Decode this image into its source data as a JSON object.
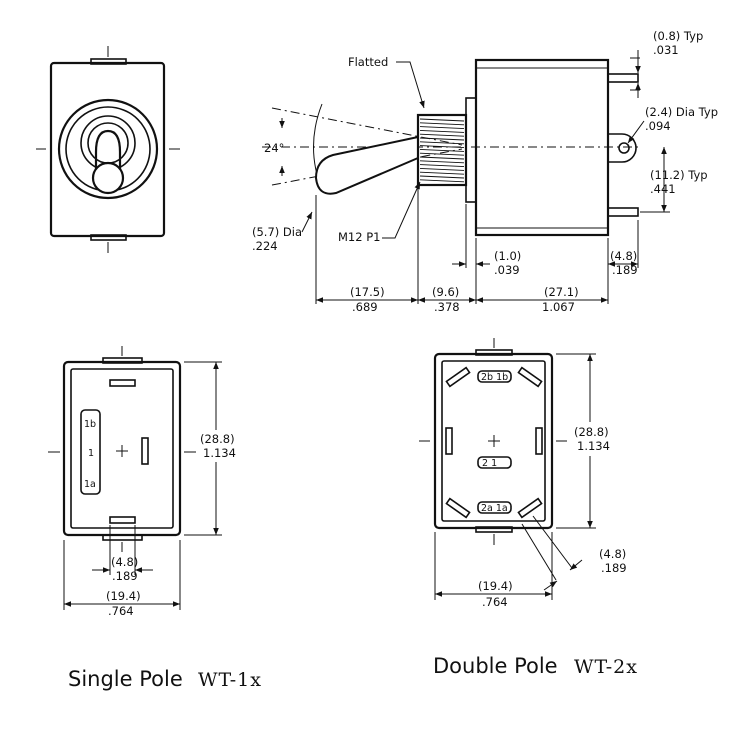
{
  "front_view": {},
  "side_view": {
    "flatted": "Flatted",
    "thread": "M12 P1",
    "angle": "24°",
    "tip_dia_mm": "(5.7) Dia",
    "tip_dia_in": ".224",
    "term_thk_mm": "(0.8) Typ",
    "term_thk_in": ".031",
    "hole_dia_mm": "(2.4) Dia Typ",
    "hole_dia_in": ".094",
    "term_space_mm": "(11.2) Typ",
    "term_space_in": ".441",
    "collar_mm": "(1.0)",
    "collar_in": ".039",
    "term_w_mm": "(4.8)",
    "term_w_in": ".189",
    "lever_len_mm": "(17.5)",
    "lever_len_in": ".689",
    "bush_len_mm": "(9.6)",
    "bush_len_in": ".378",
    "body_len_mm": "(27.1)",
    "body_len_in": "1.067"
  },
  "single_pole": {
    "pin_1b": "1b",
    "pin_1": "1",
    "pin_1a": "1a",
    "height_mm": "(28.8)",
    "height_in": "1.134",
    "term_mm": "(4.8)",
    "term_in": ".189",
    "width_mm": "(19.4)",
    "width_in": ".764",
    "caption": "Single Pole",
    "code": "WT-1x"
  },
  "double_pole": {
    "pin_top": "2b 1b",
    "pin_mid": "2 1",
    "pin_bot": "2a 1a",
    "height_mm": "(28.8)",
    "height_in": "1.134",
    "term_mm": "(4.8)",
    "term_in": ".189",
    "width_mm": "(19.4)",
    "width_in": ".764",
    "caption": "Double Pole",
    "code": "WT-2x"
  }
}
